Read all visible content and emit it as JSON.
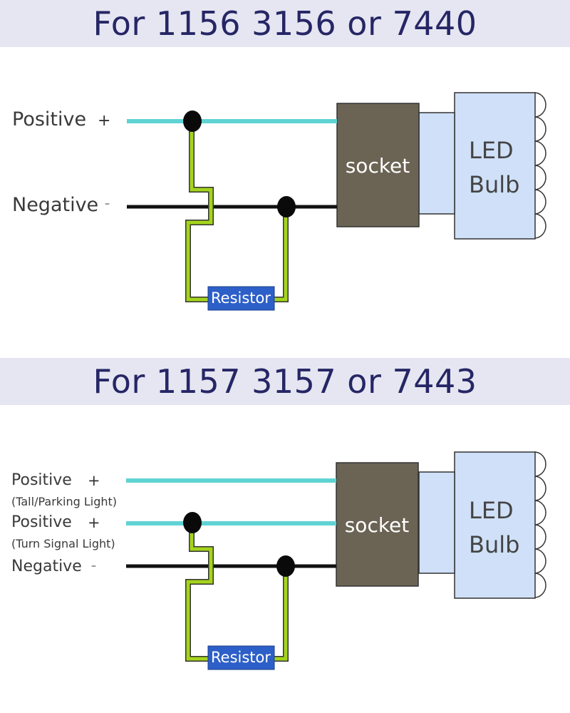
{
  "diagrams": [
    {
      "title": "For 1156 3156 or 7440",
      "wires": [
        {
          "label": "Positive",
          "sign": "+"
        },
        {
          "label": "Negative",
          "sign": "–"
        }
      ],
      "socket": "socket",
      "bulb": [
        "LED",
        "Bulb"
      ],
      "resistor": "Resistor"
    },
    {
      "title": "For 1157 3157 or 7443",
      "wires": [
        {
          "label": "Positive",
          "sign": "+",
          "note": "(Tall/Parking Light)"
        },
        {
          "label": "Positive",
          "sign": "+",
          "note": "(Turn Signal Light)"
        },
        {
          "label": "Negative",
          "sign": "–"
        }
      ],
      "socket": "socket",
      "bulb": [
        "LED",
        "Bulb"
      ],
      "resistor": "Resistor"
    }
  ],
  "colors": {
    "banner_bg": "#e5e6f1",
    "title_text": "#262666",
    "positive_wire": "#5fd3d3",
    "negative_wire": "#111111",
    "resistor_lead": "#a4d41c",
    "socket_fill": "#6b6455",
    "bulb_fill": "#cfe0f8",
    "resistor_fill": "#2d5fc8"
  }
}
